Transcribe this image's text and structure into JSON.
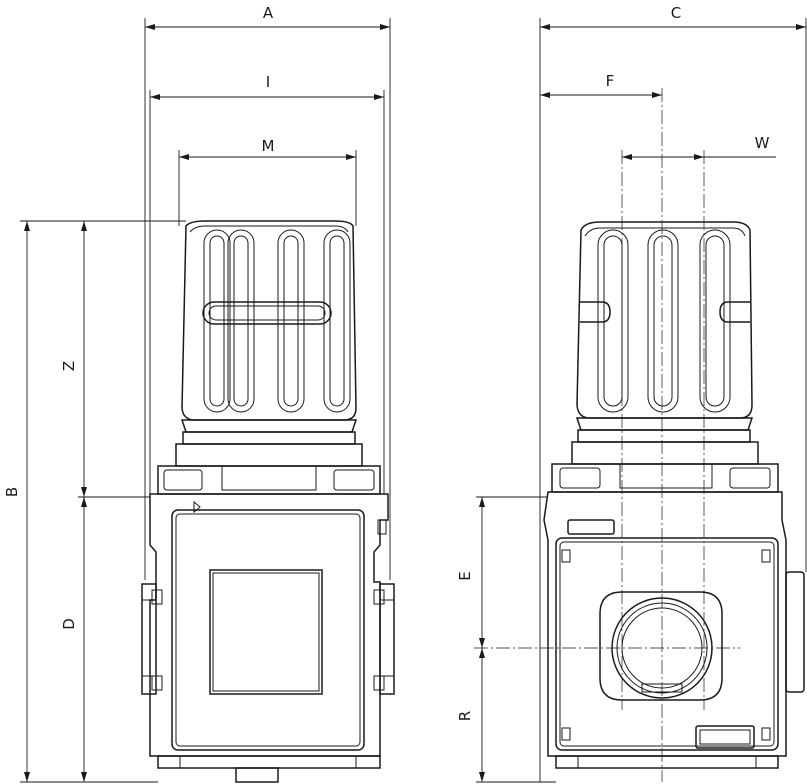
{
  "drawing": {
    "labels": {
      "A": "A",
      "I": "I",
      "M": "M",
      "B": "B",
      "Z": "Z",
      "D": "D",
      "C": "C",
      "F": "F",
      "W": "W",
      "E": "E",
      "R": "R"
    }
  },
  "colors": {
    "line": "#1a1a1a",
    "background": "#ffffff"
  }
}
